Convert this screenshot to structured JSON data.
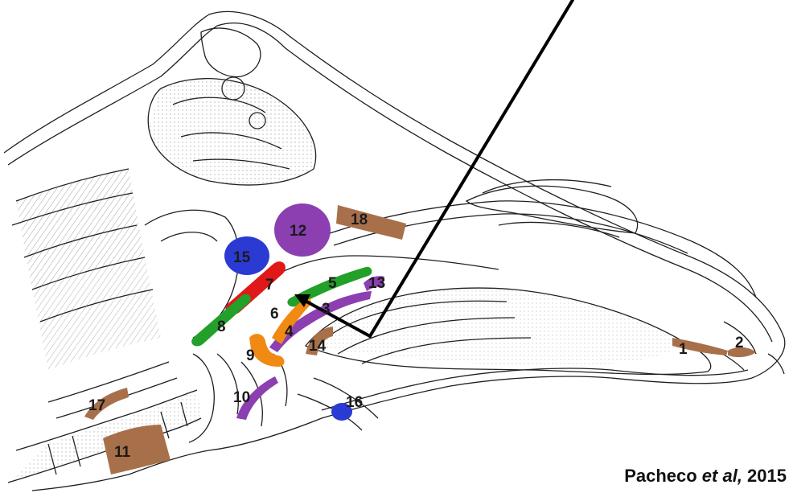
{
  "caption": {
    "author": "Pacheco ",
    "etal": "et al,",
    "year": " 2015"
  },
  "colors": {
    "brown": "#a8704a",
    "purple": "#8b3fb0",
    "blue": "#2a3ad2",
    "red": "#e01818",
    "green": "#22a02a",
    "orange": "#f08a12",
    "outline": "#1f1f1f",
    "pointer": "#000000"
  },
  "markers": [
    {
      "id": "1",
      "label": "1",
      "color": "brown"
    },
    {
      "id": "2",
      "label": "2",
      "color": "brown"
    },
    {
      "id": "3",
      "label": "3",
      "color": "purple"
    },
    {
      "id": "4",
      "label": "4",
      "color": "orange"
    },
    {
      "id": "5",
      "label": "5",
      "color": "green"
    },
    {
      "id": "6",
      "label": "6",
      "color": "orange"
    },
    {
      "id": "7",
      "label": "7",
      "color": "red"
    },
    {
      "id": "8",
      "label": "8",
      "color": "green"
    },
    {
      "id": "9",
      "label": "9",
      "color": "orange"
    },
    {
      "id": "10",
      "label": "10",
      "color": "purple"
    },
    {
      "id": "11",
      "label": "11",
      "color": "brown"
    },
    {
      "id": "12",
      "label": "12",
      "color": "purple"
    },
    {
      "id": "13",
      "label": "13",
      "color": "purple"
    },
    {
      "id": "14",
      "label": "14",
      "color": "brown"
    },
    {
      "id": "15",
      "label": "15",
      "color": "blue"
    },
    {
      "id": "16",
      "label": "16",
      "color": "blue"
    },
    {
      "id": "17",
      "label": "17",
      "color": "brown"
    },
    {
      "id": "18",
      "label": "18",
      "color": "brown"
    }
  ]
}
